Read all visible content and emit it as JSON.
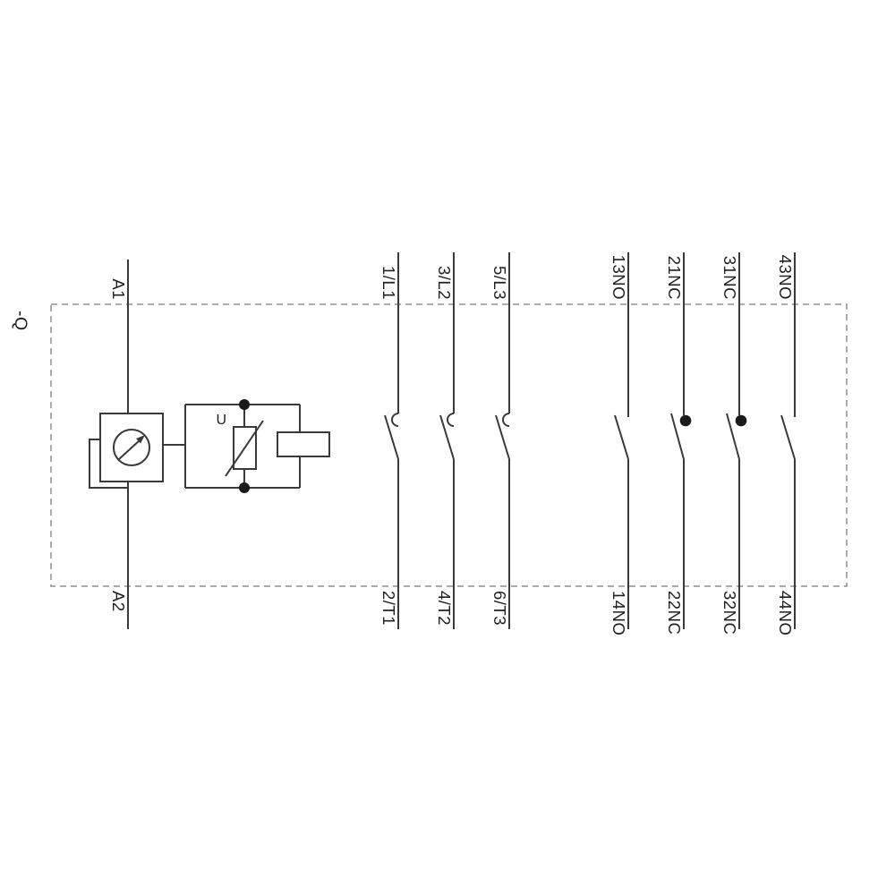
{
  "diagram": {
    "device_label": "-Q",
    "suppressor_voltage_label": "U",
    "columns": [
      {
        "top": "A1",
        "bottom": "A2",
        "kind": "coil"
      },
      {
        "top": "1/L1",
        "bottom": "2/T1",
        "kind": "main-contact-no"
      },
      {
        "top": "3/L2",
        "bottom": "4/T2",
        "kind": "main-contact-no"
      },
      {
        "top": "5/L3",
        "bottom": "6/T3",
        "kind": "main-contact-no"
      },
      {
        "top": "13NO",
        "bottom": "14NO",
        "kind": "aux-contact-no"
      },
      {
        "top": "21NC",
        "bottom": "22NC",
        "kind": "aux-contact-nc"
      },
      {
        "top": "31NC",
        "bottom": "32NC",
        "kind": "aux-contact-nc"
      },
      {
        "top": "43NO",
        "bottom": "44NO",
        "kind": "aux-contact-no"
      }
    ],
    "colors": {
      "line": "#3a3a3a",
      "outline": "#8f8f8f",
      "text": "#1f1f1f"
    }
  }
}
